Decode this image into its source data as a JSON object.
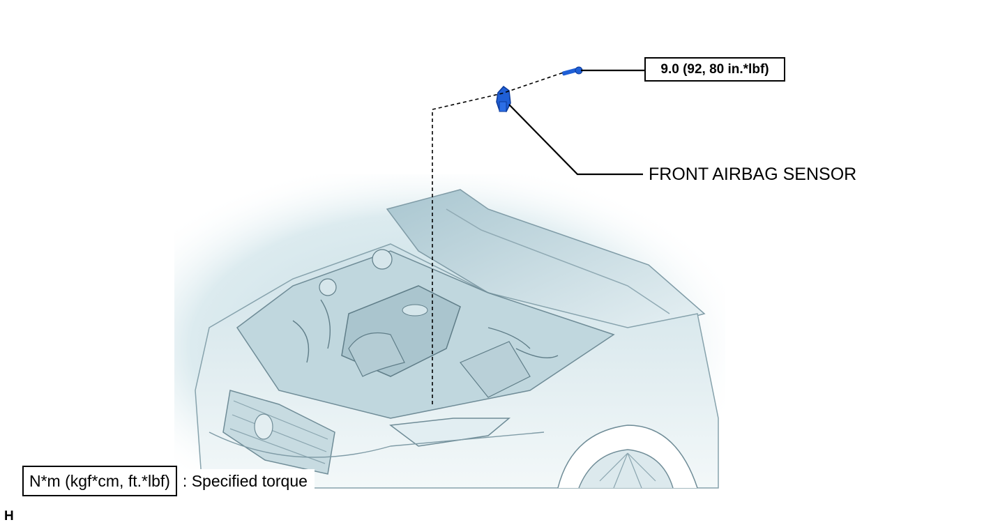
{
  "torque_callout": "9.0 (92, 80 in.*lbf)",
  "part_label": "FRONT AIRBAG SENSOR",
  "legend": {
    "box_text": "N*m (kgf*cm, ft.*lbf)",
    "description": ": Specified torque"
  },
  "corner_code": "H",
  "colors": {
    "car_shade": "#b9d3dc",
    "car_line": "#7f9ba6",
    "part_blue": "#1f5fd6",
    "leader": "#000000"
  }
}
